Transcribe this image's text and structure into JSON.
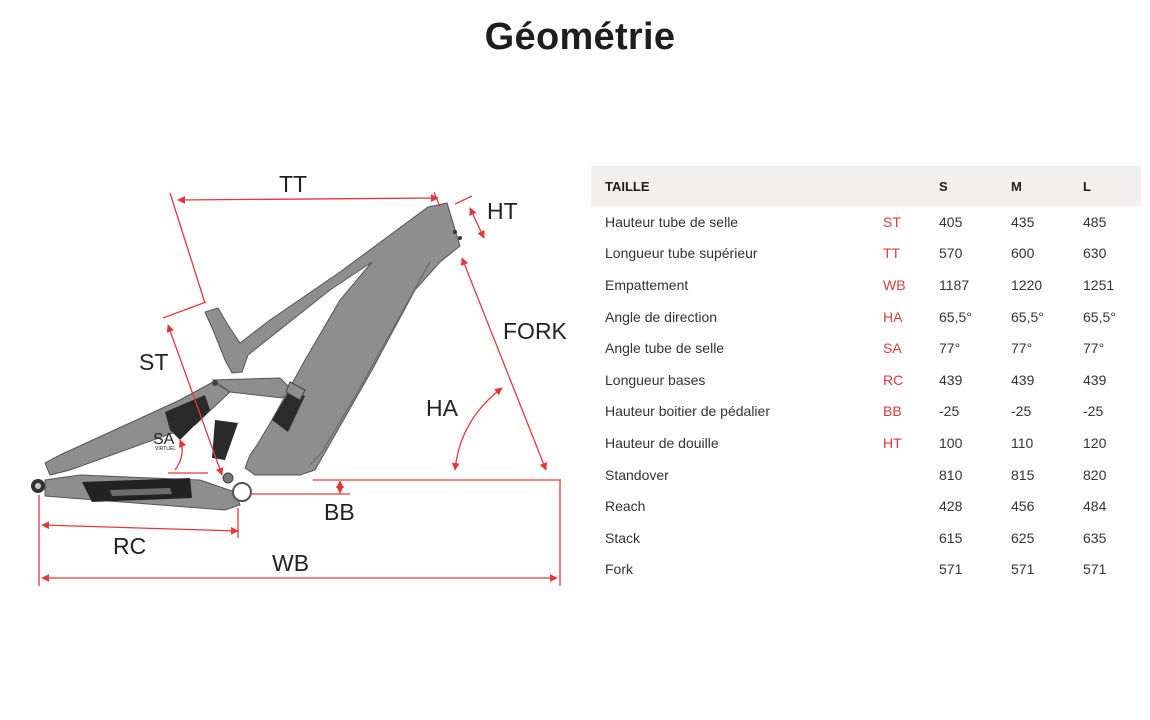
{
  "page": {
    "title": "Géométrie"
  },
  "diagram": {
    "labels": {
      "tt": "TT",
      "ht": "HT",
      "fork": "FORK",
      "st": "ST",
      "ha": "HA",
      "sa": "SA",
      "sa_sub": "VIRTUEL",
      "bb": "BB",
      "rc": "RC",
      "wb": "WB"
    },
    "colors": {
      "frame": "#8e8e8e",
      "accent": "#e0393c",
      "dark": "#222222"
    }
  },
  "table": {
    "headers": {
      "size": "TAILLE",
      "s": "S",
      "m": "M",
      "l": "L"
    },
    "rows": [
      {
        "name": "Hauteur tube de selle",
        "code": "ST",
        "s": "405",
        "m": "435",
        "l": "485"
      },
      {
        "name": "Longueur tube supérieur",
        "code": "TT",
        "s": "570",
        "m": "600",
        "l": "630"
      },
      {
        "name": "Empattement",
        "code": "WB",
        "s": "1187",
        "m": "1220",
        "l": "1251"
      },
      {
        "name": "Angle de direction",
        "code": "HA",
        "s": "65,5°",
        "m": "65,5°",
        "l": "65,5°"
      },
      {
        "name": "Angle tube de selle",
        "code": "SA",
        "s": "77°",
        "m": "77°",
        "l": "77°"
      },
      {
        "name": "Longueur bases",
        "code": "RC",
        "s": "439",
        "m": "439",
        "l": "439"
      },
      {
        "name": "Hauteur boitier de pédalier",
        "code": "BB",
        "s": "-25",
        "m": "-25",
        "l": "-25"
      },
      {
        "name": "Hauteur de douille",
        "code": "HT",
        "s": "100",
        "m": "110",
        "l": "120"
      },
      {
        "name": "Standover",
        "code": "",
        "s": "810",
        "m": "815",
        "l": "820"
      },
      {
        "name": "Reach",
        "code": "",
        "s": "428",
        "m": "456",
        "l": "484"
      },
      {
        "name": "Stack",
        "code": "",
        "s": "615",
        "m": "625",
        "l": "635"
      },
      {
        "name": "Fork",
        "code": "",
        "s": "571",
        "m": "571",
        "l": "571"
      }
    ]
  }
}
